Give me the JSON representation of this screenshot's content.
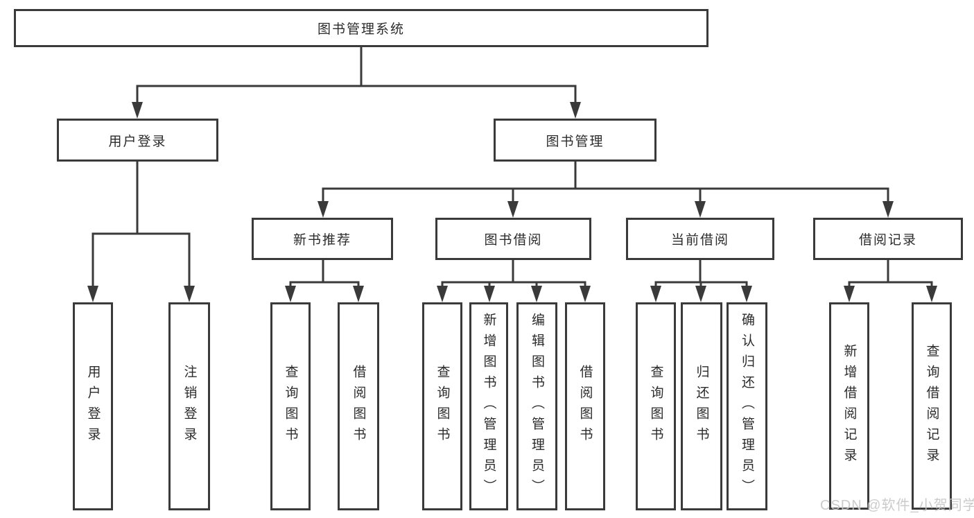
{
  "nodes": {
    "root": {
      "label": "图书管理系统"
    },
    "user_login": {
      "label": "用户登录"
    },
    "book_mgmt": {
      "label": "图书管理"
    },
    "new_book_rec": {
      "label": "新书推荐"
    },
    "book_borrow": {
      "label": "图书借阅"
    },
    "current_borrow": {
      "label": "当前借阅"
    },
    "borrow_records": {
      "label": "借阅记录"
    },
    "ul_user_login": {
      "label": "用户登录"
    },
    "ul_logout": {
      "label": "注销登录"
    },
    "nbr_query_book": {
      "label": "查询图书"
    },
    "nbr_borrow_book": {
      "label": "借阅图书"
    },
    "bb_query_book": {
      "label": "查询图书"
    },
    "bb_add_book": {
      "label": "新增图书（管理员）"
    },
    "bb_edit_book": {
      "label": "编辑图书（管理员）"
    },
    "bb_borrow_book": {
      "label": "借阅图书"
    },
    "cb_query_book": {
      "label": "查询图书"
    },
    "cb_return_book": {
      "label": "归还图书"
    },
    "cb_confirm_return": {
      "label": "确认归还（管理员）"
    },
    "br_add_record": {
      "label": "新增借阅记录"
    },
    "br_query_record": {
      "label": "查询借阅记录"
    }
  },
  "hierarchy": {
    "图书管理系统": {
      "用户登录": [
        "用户登录",
        "注销登录"
      ],
      "图书管理": {
        "新书推荐": [
          "查询图书",
          "借阅图书"
        ],
        "图书借阅": [
          "查询图书",
          "新增图书（管理员）",
          "编辑图书（管理员）",
          "借阅图书"
        ],
        "当前借阅": [
          "查询图书",
          "归还图书",
          "确认归还（管理员）"
        ],
        "借阅记录": [
          "新增借阅记录",
          "查询借阅记录"
        ]
      }
    }
  },
  "watermark": {
    "text": "CSDN @软件_小贺同学"
  },
  "colors": {
    "line": "#3a3a3a",
    "text": "#2b2b2b",
    "watermark": "#c6c6c6",
    "background": "#ffffff"
  }
}
